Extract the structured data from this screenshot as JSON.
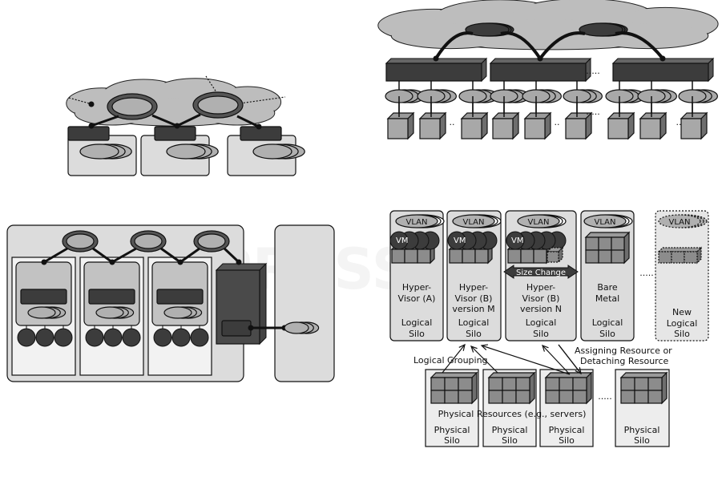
{
  "watermark": "SCITEPRESS SCIENCE AND TECHNOLOGY PUBLICATIONS",
  "colors": {
    "dark": "#3c3c3c",
    "mid": "#8a8a8a",
    "light": "#bdbdbd",
    "panel": "#dcdcdc",
    "paper": "#f2f2f2"
  },
  "ellipsis": ".....",
  "ellipsis_short": "..",
  "logical_silos": [
    {
      "vlan": "VLAN",
      "vm": "VM",
      "line1": "Hyper-",
      "line2": "Visor (A)",
      "line3": "",
      "label1": "Logical",
      "label2": "Silo"
    },
    {
      "vlan": "VLAN",
      "vm": "VM",
      "line1": "Hyper-",
      "line2": "Visor (B)",
      "line3": "version M",
      "label1": "Logical",
      "label2": "Silo"
    },
    {
      "vlan": "VLAN",
      "vm": "VM",
      "line1": "Hyper-",
      "line2": "Visor (B)",
      "line3": "version N",
      "label1": "Logical",
      "label2": "Silo"
    },
    {
      "vlan": "VLAN",
      "line1": "Bare",
      "line2": "Metal",
      "label1": "Logical",
      "label2": "Silo"
    },
    {
      "vlan": "VLAN",
      "line1": "New",
      "line2": "Logical",
      "line3": "Silo"
    }
  ],
  "size_change": "Size Change",
  "logical_grouping": "Logical Grouping",
  "assigning": "Assigning Resource or",
  "detaching": "Detaching Resource",
  "physical_resources": "Physical Resources (e.g., servers)",
  "physical_silos": [
    {
      "label1": "Physical",
      "label2": "Silo"
    },
    {
      "label1": "Physical",
      "label2": "Silo"
    },
    {
      "label1": "Physical",
      "label2": "Silo"
    },
    {
      "label1": "Physical",
      "label2": "Silo"
    }
  ]
}
